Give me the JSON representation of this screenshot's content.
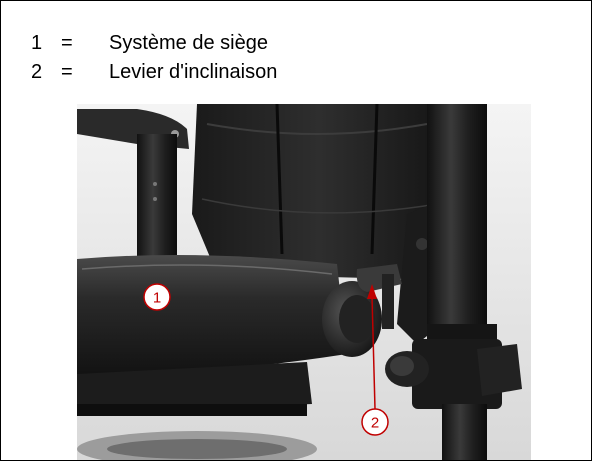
{
  "legend": {
    "items": [
      {
        "number": "1",
        "separator": "=",
        "label": "Système de siège"
      },
      {
        "number": "2",
        "separator": "=",
        "label": "Levier d'inclinaison"
      }
    ]
  },
  "callouts": [
    {
      "number": "1"
    },
    {
      "number": "2"
    }
  ],
  "colors": {
    "callout": "#c00000",
    "border": "#000000"
  }
}
